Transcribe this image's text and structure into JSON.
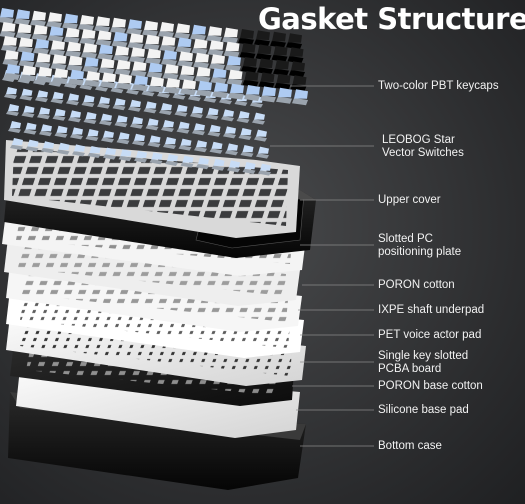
{
  "title": "Gasket Structure",
  "layers": [
    {
      "label": "Two-color PBT keycaps"
    },
    {
      "label": "LEOBOG Star\nVector Switches"
    },
    {
      "label": "Upper cover"
    },
    {
      "label": "Slotted PC\npositioning plate"
    },
    {
      "label": "PORON cotton"
    },
    {
      "label": "IXPE shaft underpad"
    },
    {
      "label": "PET voice actor pad"
    },
    {
      "label": "Single key slotted\nPCBA board"
    },
    {
      "label": "PORON base cotton"
    },
    {
      "label": "Silicone base pad"
    },
    {
      "label": "Bottom case"
    }
  ],
  "colors": {
    "background": "#2e2f31",
    "leader_line": "#8a8a8a",
    "keycap_white": "#f3f3f3",
    "keycap_blue": "#aecbf2",
    "keycap_black": "#1a1a1a",
    "switch_blue": "#c7dcf6",
    "case_black": "#111111",
    "pad_white": "#e9e9e9"
  }
}
